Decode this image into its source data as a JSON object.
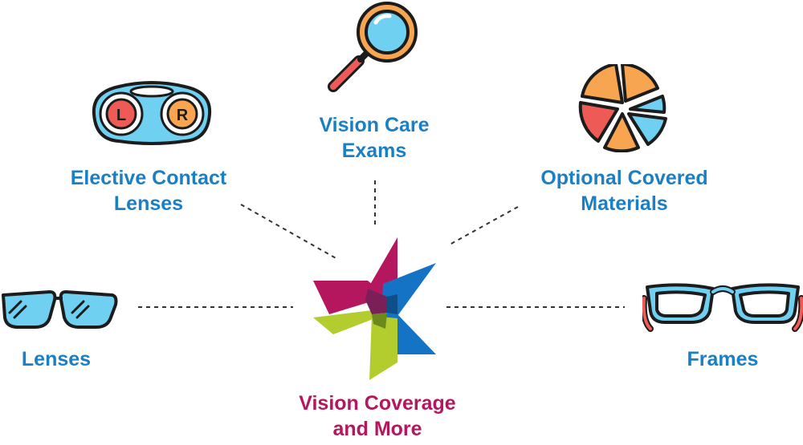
{
  "colors": {
    "label_blue": "#1a7fc4",
    "center_magenta": "#b5175e",
    "star_blue": "#1573c6",
    "star_green": "#b3cc2e",
    "icon_cyan": "#6fd0f2",
    "icon_red": "#ee5a56",
    "icon_orange": "#f7a550",
    "outline": "#1c1c1c"
  },
  "center": {
    "line1": "Vision Coverage",
    "line2": "and More",
    "icon": "star-logo-icon"
  },
  "items": {
    "vision_care": {
      "line1": "Vision Care",
      "line2": "Exams",
      "icon": "magnifier-icon"
    },
    "contact_lenses": {
      "line1": "Elective Contact",
      "line2": "Lenses",
      "icon": "contact-lens-case-icon"
    },
    "materials": {
      "line1": "Optional Covered",
      "line2": "Materials",
      "icon": "pie-chart-icon"
    },
    "lenses": {
      "line1": "Lenses",
      "icon": "lenses-icon"
    },
    "frames": {
      "line1": "Frames",
      "icon": "glasses-frames-icon"
    }
  }
}
